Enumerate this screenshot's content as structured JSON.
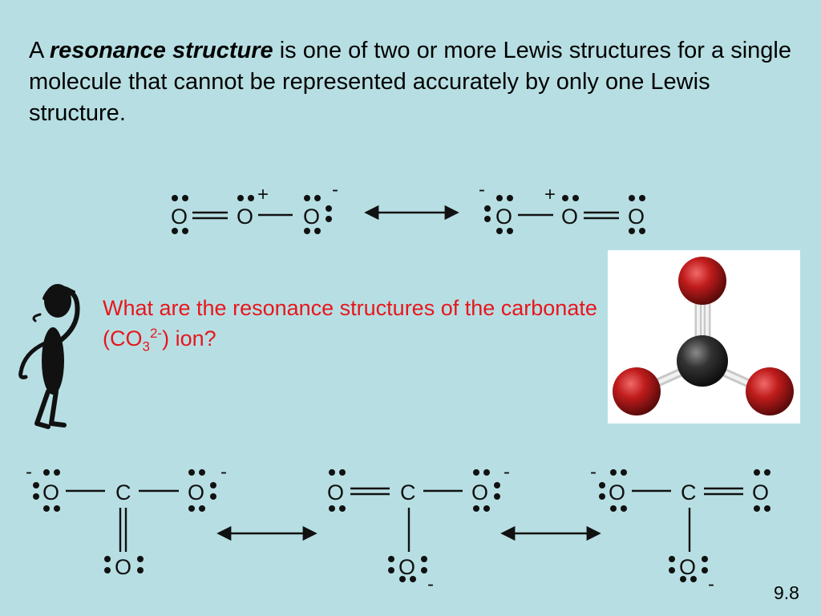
{
  "slide": {
    "definition": {
      "prefix": "A ",
      "term": "resonance structure",
      "suffix": " is one of two or more Lewis structures for a single molecule that cannot be represented accurately by only one Lewis structure."
    },
    "question": {
      "part1": "What are the resonance structures of the carbonate (CO",
      "subscript": "3",
      "superscript": "2-",
      "part2": ") ion?"
    },
    "page_number": "9.8"
  },
  "ozone": {
    "atoms": {
      "o": "O"
    },
    "charges": {
      "plus": "+",
      "minus": "-"
    }
  },
  "carbonate": {
    "atoms": {
      "c": "C",
      "o": "O"
    },
    "charges": {
      "minus": "-"
    }
  },
  "model": {
    "atom_colors": {
      "carbon": "#333333",
      "oxygen": "#c01c1c"
    },
    "bond_color": "#e6e6e6"
  },
  "colors": {
    "background": "#b7dfe3",
    "text": "#000000",
    "question_text": "#e8161d"
  }
}
